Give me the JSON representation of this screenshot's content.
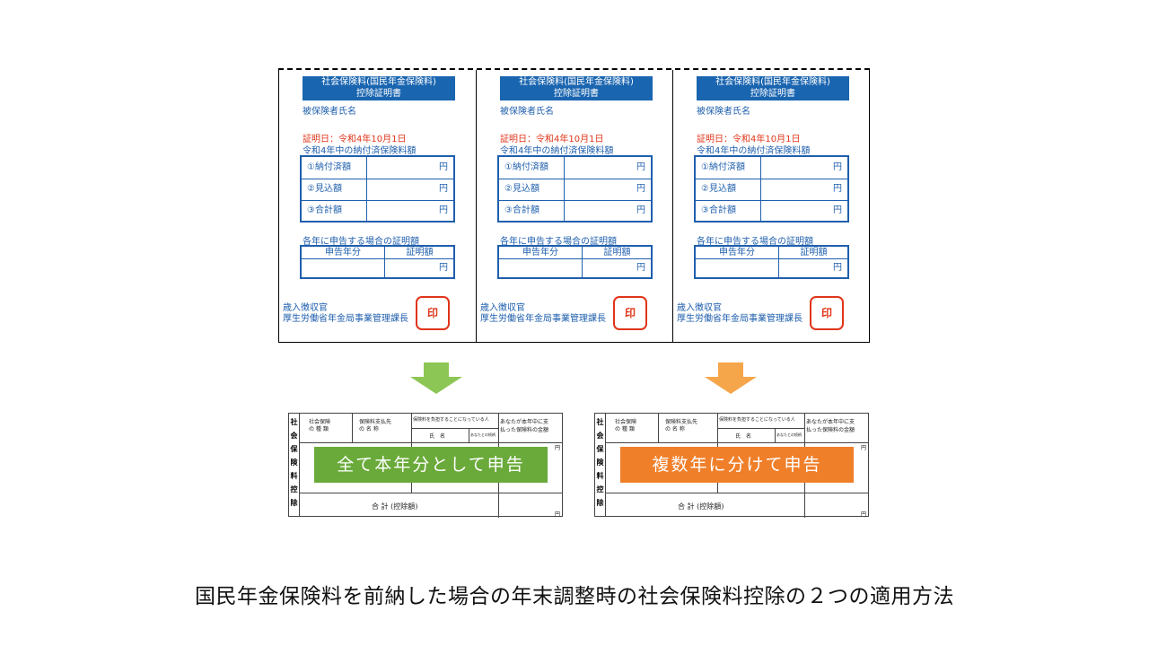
{
  "certificate": {
    "title_line1": "社会保険料(国民年金保険料)",
    "title_line2": "控除証明書",
    "insured_name_label": "被保険者氏名",
    "cert_date": "証明日：令和4年10月1日",
    "paid_heading": "令和4年中の納付済保険料額",
    "row1_label": "①納付済額",
    "row2_label": "②見込額",
    "row3_label": "③合計額",
    "yen": "円",
    "yearly_heading": "各年に申告する場合の証明額",
    "col_year": "申告年分",
    "col_amount": "証明額",
    "issuer_line1": "歳入徴収官",
    "issuer_line2": "厚生労働省年金局事業管理課長",
    "seal": "印"
  },
  "form": {
    "side_label": [
      "社",
      "会",
      "保",
      "険",
      "料",
      "控",
      "除"
    ],
    "col1": "社会保険\nの 種 類",
    "col2": "保険料支払先\nの 名 称",
    "col3_top": "保険料を負担することになっている人",
    "col3_a": "氏　名",
    "col3_b": "あなたとの続柄",
    "col4": "あなたが本年中に支\n払った保険料の金額",
    "total_label": "合 計 (控除額)",
    "yen": "円"
  },
  "left_option": {
    "label": "全て本年分として申告",
    "color": "#6aaa3a",
    "arrow_color": "#8cc654"
  },
  "right_option": {
    "label": "複数年に分けて申告",
    "color": "#f07f2a",
    "arrow_color": "#f5a64a"
  },
  "caption": "国民年金保険料を前納した場合の年末調整時の社会保険料控除の２つの適用方法"
}
